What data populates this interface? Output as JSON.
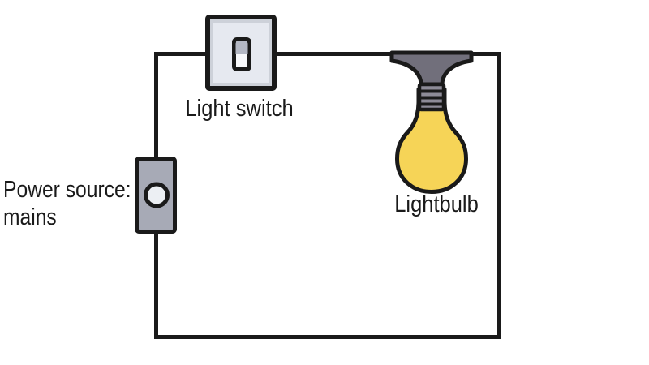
{
  "diagram": {
    "description": "Simple series circuit diagram with mains power source, light switch and lightbulb",
    "labels": {
      "light_switch": "Light switch",
      "lightbulb": "Lightbulb",
      "power_source_line1": "Power source:",
      "power_source_line2": "mains"
    },
    "colors": {
      "background": "#ffffff",
      "wire": "#1a1a1a",
      "outline": "#1a1a1a",
      "text": "#1a1a1a",
      "switch_plate_outer": "#cdd1d9",
      "switch_plate_inner": "#e6e9f0",
      "toggle_top": "#b4b8c4",
      "toggle_bottom": "#f8f9fb",
      "power_box": "#a7aab6",
      "power_circle": "#eceff3",
      "fixture": "#716f7b",
      "screw_base": "#8d8b97",
      "bulb_glass": "#f6d457"
    }
  }
}
